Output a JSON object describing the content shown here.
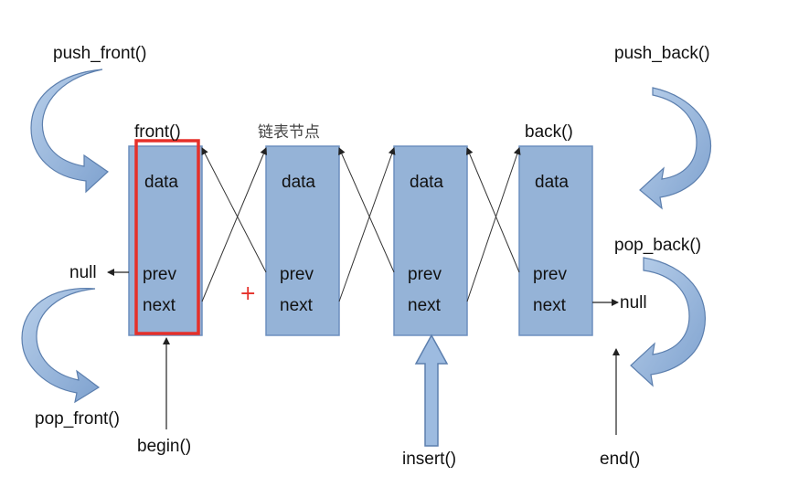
{
  "nodes": [
    {
      "data": "data",
      "prev": "prev",
      "next": "next"
    },
    {
      "data": "data",
      "prev": "prev",
      "next": "next"
    },
    {
      "data": "data",
      "prev": "prev",
      "next": "next"
    },
    {
      "data": "data",
      "prev": "prev",
      "next": "next"
    }
  ],
  "labels": {
    "front": "front()",
    "node_caption": "链表节点",
    "back": "back()",
    "push_front": "push_front()",
    "push_back": "push_back()",
    "pop_front": "pop_front()",
    "pop_back": "pop_back()",
    "null_left": "null",
    "null_right": "null",
    "begin": "begin()",
    "insert": "insert()",
    "end": "end()",
    "plus_mark": "+"
  },
  "colors": {
    "node_fill": "#95b3d7",
    "curved_arrow_fill": "#9dbbe0",
    "highlight": "#e5302a",
    "plus_mark": "#e5302a"
  }
}
